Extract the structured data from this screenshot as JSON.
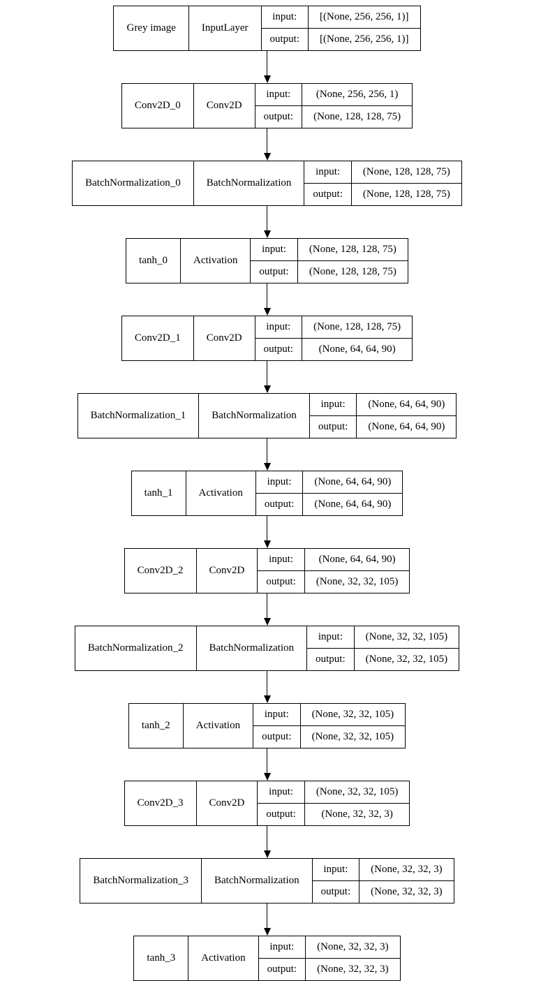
{
  "colors": {
    "background": "#ffffff",
    "border": "#000000",
    "text": "#000000",
    "arrow": "#000000"
  },
  "labels": {
    "input": "input:",
    "output": "output:"
  },
  "layers": [
    {
      "name": "Grey image",
      "type": "InputLayer",
      "input": "[(None, 256, 256, 1)]",
      "output": "[(None, 256, 256, 1)]"
    },
    {
      "name": "Conv2D_0",
      "type": "Conv2D",
      "input": "(None, 256, 256, 1)",
      "output": "(None, 128, 128, 75)"
    },
    {
      "name": "BatchNormalization_0",
      "type": "BatchNormalization",
      "input": "(None, 128, 128, 75)",
      "output": "(None, 128, 128, 75)"
    },
    {
      "name": "tanh_0",
      "type": "Activation",
      "input": "(None, 128, 128, 75)",
      "output": "(None, 128, 128, 75)"
    },
    {
      "name": "Conv2D_1",
      "type": "Conv2D",
      "input": "(None, 128, 128, 75)",
      "output": "(None, 64, 64, 90)"
    },
    {
      "name": "BatchNormalization_1",
      "type": "BatchNormalization",
      "input": "(None, 64, 64, 90)",
      "output": "(None, 64, 64, 90)"
    },
    {
      "name": "tanh_1",
      "type": "Activation",
      "input": "(None, 64, 64, 90)",
      "output": "(None, 64, 64, 90)"
    },
    {
      "name": "Conv2D_2",
      "type": "Conv2D",
      "input": "(None, 64, 64, 90)",
      "output": "(None, 32, 32, 105)"
    },
    {
      "name": "BatchNormalization_2",
      "type": "BatchNormalization",
      "input": "(None, 32, 32, 105)",
      "output": "(None, 32, 32, 105)"
    },
    {
      "name": "tanh_2",
      "type": "Activation",
      "input": "(None, 32, 32, 105)",
      "output": "(None, 32, 32, 105)"
    },
    {
      "name": "Conv2D_3",
      "type": "Conv2D",
      "input": "(None, 32, 32, 105)",
      "output": "(None, 32, 32, 3)"
    },
    {
      "name": "BatchNormalization_3",
      "type": "BatchNormalization",
      "input": "(None, 32, 32, 3)",
      "output": "(None, 32, 32, 3)"
    },
    {
      "name": "tanh_3",
      "type": "Activation",
      "input": "(None, 32, 32, 3)",
      "output": "(None, 32, 32, 3)"
    }
  ]
}
